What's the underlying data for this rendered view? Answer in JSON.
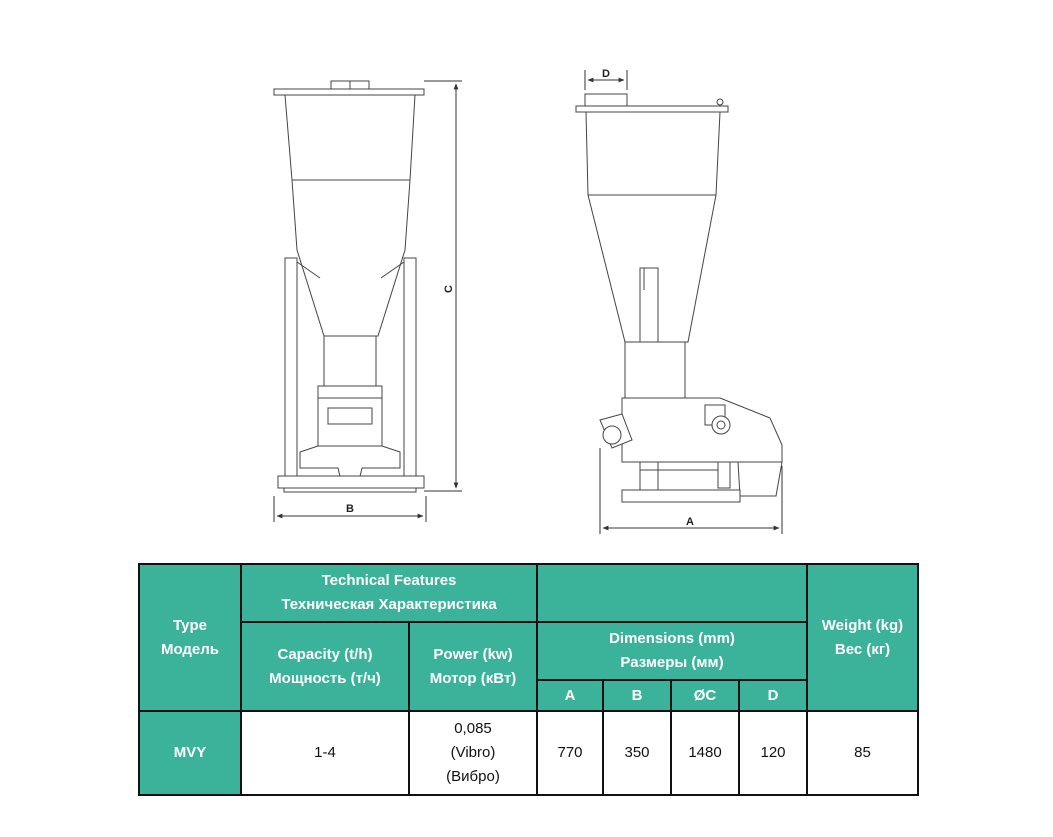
{
  "drawing": {
    "front_view": {
      "height_label": "C",
      "width_label": "B"
    },
    "side_view": {
      "top_label": "D",
      "length_label": "A"
    }
  },
  "table": {
    "header": {
      "type": {
        "line1": "Type",
        "line2": "Модель"
      },
      "technical_features": {
        "line1": "Technical Features",
        "line2": "Техническая Характеристика"
      },
      "capacity": {
        "line1": "Capacity (t/h)",
        "line2": "Мощность (т/ч)"
      },
      "power": {
        "line1": "Power (kw)",
        "line2": "Мотор (кВт)"
      },
      "dimensions": {
        "line1": "Dimensions (mm)",
        "line2": "Размеры (мм)"
      },
      "dim_cols": [
        "A",
        "B",
        "ØC",
        "D"
      ],
      "weight": {
        "line1": "Weight (kg)",
        "line2": "Вес (кг)"
      }
    },
    "rows": [
      {
        "type": "MVY",
        "capacity": "1-4",
        "power": {
          "line1": "0,085",
          "line2": "(Vibro)",
          "line3": "(Вибро)"
        },
        "A": "770",
        "B": "350",
        "C": "1480",
        "D": "120",
        "weight": "85"
      }
    ]
  }
}
